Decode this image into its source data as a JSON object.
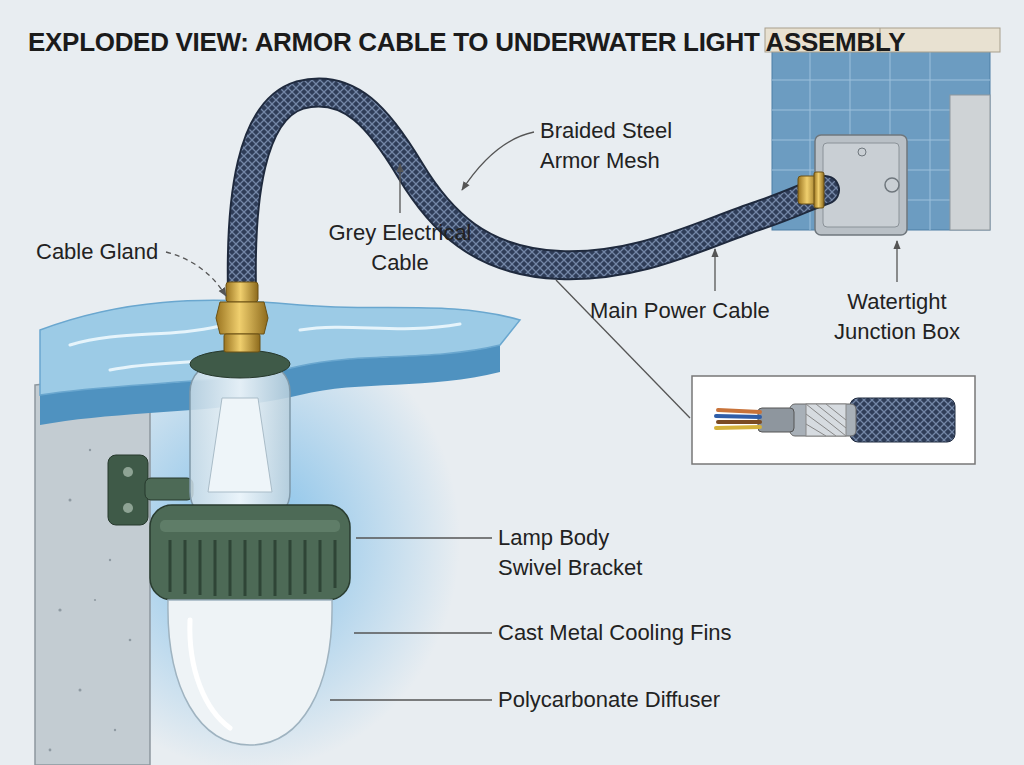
{
  "diagram": {
    "title": "EXPLODED VIEW: ARMOR CABLE TO UNDERWATER LIGHT ASSEMBLY",
    "labels": [
      "Braided Steel Armor Mesh",
      "Cable Gland",
      "Grey Electrical Cable",
      "Main Power Cable",
      "Watertight Junction Box",
      "Lamp Body Swivel Bracket",
      "Cast Metal Cooling Fins",
      "Polycarbonate Diffuser"
    ]
  }
}
